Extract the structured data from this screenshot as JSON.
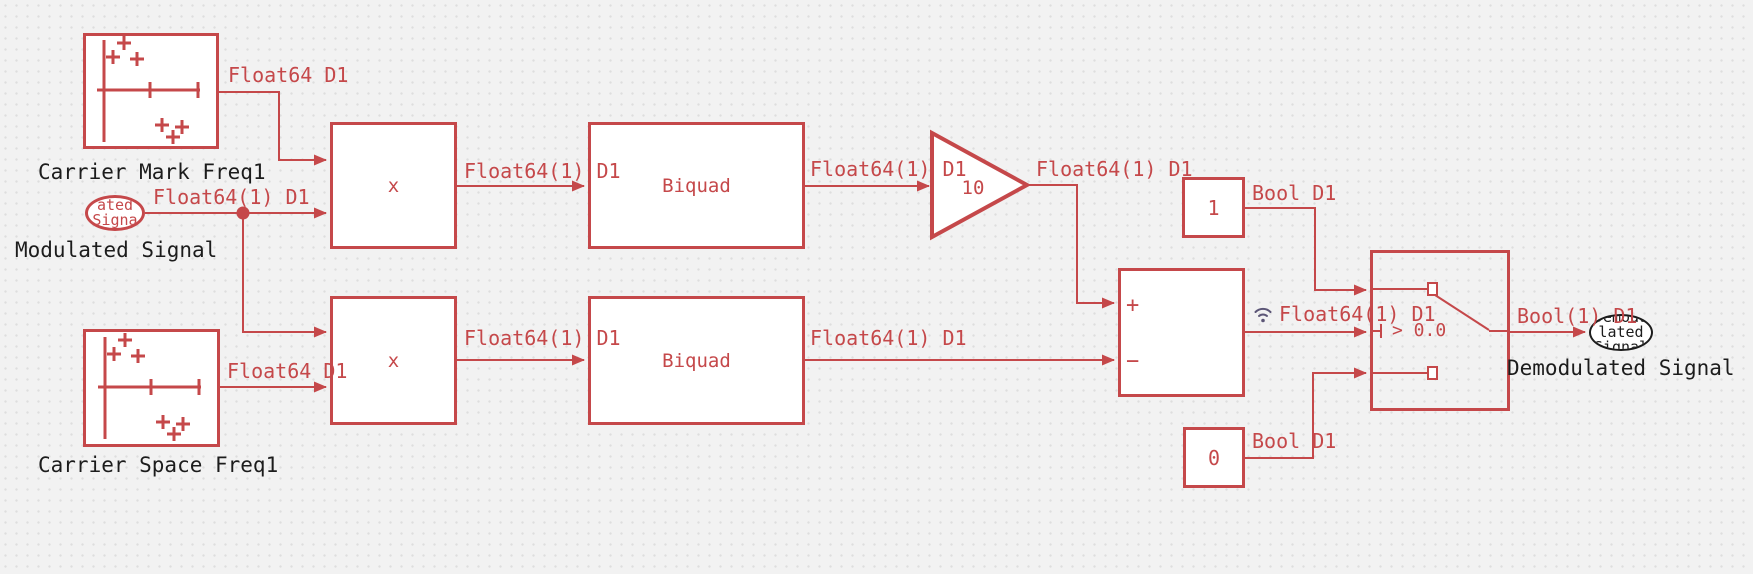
{
  "colors": {
    "wire_red": "#C5484A",
    "background": "#F2F2F2",
    "block_fill": "#FFFFFF",
    "text_black": "#1C1C1C",
    "streaming_icon": "#5C5677"
  },
  "blocks": {
    "carrier_mark": {
      "name": "Carrier Mark Freq1"
    },
    "carrier_space": {
      "name": "Carrier Space Freq1"
    },
    "modulated_inport": {
      "name": "Modulated Signal",
      "oval_text": "Modulated Signal"
    },
    "demodulated_outport": {
      "name": "Demodulated Signal",
      "oval_text": "Demodulated Signal"
    },
    "product1": {
      "operator": "x"
    },
    "product2": {
      "operator": "x"
    },
    "biquad1": {
      "label": "Biquad"
    },
    "biquad2": {
      "label": "Biquad"
    },
    "gain1": {
      "value": "10"
    },
    "sum1": {
      "port_plus": "+",
      "port_minus": "−"
    },
    "constant_one": {
      "value": "1"
    },
    "constant_zero": {
      "value": "0"
    },
    "switch1": {
      "criteria": "> 0.0"
    }
  },
  "signal_labels": {
    "carrier_mark_out": "Float64 D1",
    "modulated_in": "Float64(1) D1",
    "product1_out": "Float64(1) D1",
    "biquad1_out": "Float64(1) D1",
    "gain1_out": "Float64(1) D1",
    "constant_one_out": "Bool D1",
    "carrier_space_out": "Float64 D1",
    "product2_out": "Float64(1) D1",
    "biquad2_out": "Float64(1) D1",
    "sum1_out": "Float64(1) D1",
    "constant_zero_out": "Bool D1",
    "switch1_out": "Bool(1) D1"
  }
}
